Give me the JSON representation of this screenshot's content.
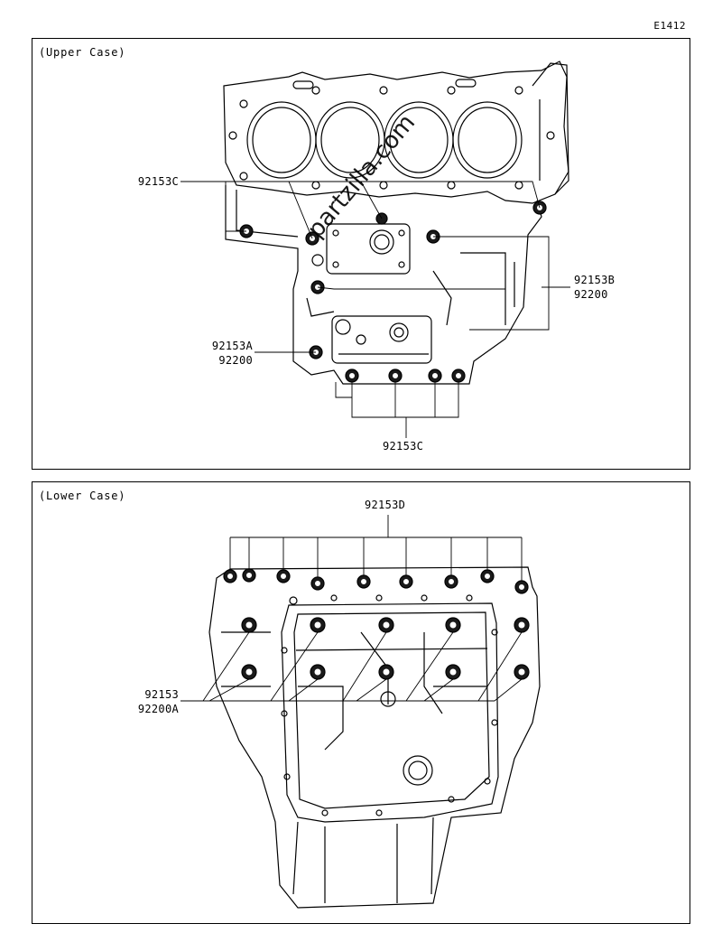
{
  "diagram_code": "E1412",
  "upper": {
    "title": "(Upper Case)",
    "labels": {
      "c_top": "92153C",
      "b": "92153B",
      "b2": "92200",
      "a": "92153A",
      "a2": "92200",
      "c_bottom": "92153C"
    }
  },
  "lower": {
    "title": "(Lower Case)",
    "labels": {
      "d": "92153D",
      "plain": "92153",
      "plain2": "92200A"
    }
  },
  "watermark": "partzilla.com"
}
